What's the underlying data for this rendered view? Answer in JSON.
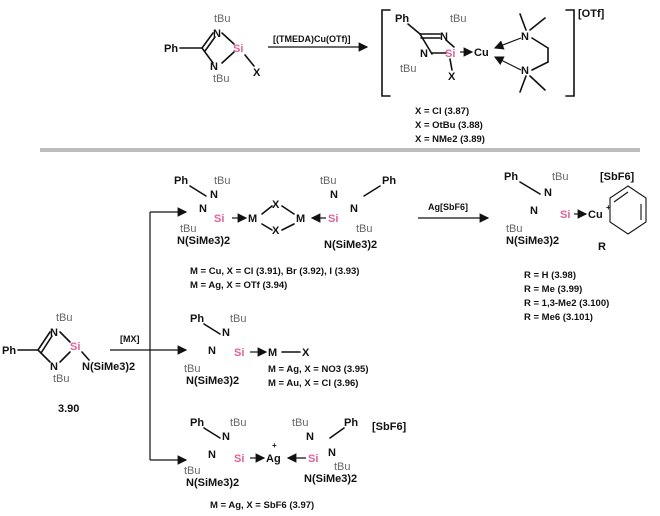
{
  "top": {
    "left": {
      "ph": "Ph",
      "n_top": "N",
      "n_bot": "N",
      "si": "Si",
      "tbu_top": "tBu",
      "tbu_bot": "tBu",
      "x": "X"
    },
    "reagent": "[(TMEDA)Cu(OTf)]",
    "product": {
      "ph": "Ph",
      "n": "N",
      "tbu": "tBu",
      "si": "Si",
      "cu": "Cu",
      "x": "X",
      "anion": "[OTf]"
    },
    "captions": [
      "X = Cl (3.87)",
      "X = OtBu (3.88)",
      "X = NMe2 (3.89)"
    ]
  },
  "bottom": {
    "start": {
      "ph": "Ph",
      "n": "N",
      "si": "Si",
      "tbu": "tBu",
      "amide": "N(SiMe3)2",
      "id": "3.90"
    },
    "reagent_mx": "[MX]",
    "dimer": {
      "m": "M",
      "x": "X",
      "captions": [
        "M = Cu, X = Cl (3.91), Br (3.92), I (3.93)",
        "M = Ag, X = OTf (3.94)"
      ]
    },
    "reagent_ag": "Ag[SbF6]",
    "arene": {
      "cu": "Cu",
      "r": "R",
      "anion": "[SbF6]",
      "captions": [
        "R = H (3.98)",
        "R = Me (3.99)",
        "R = 1,3-Me2 (3.100)",
        "R = Me6 (3.101)"
      ]
    },
    "mono": {
      "m": "M",
      "x": "X",
      "captions": [
        "M = Ag, X = NO3 (3.95)",
        "M = Au, X = Cl (3.96)"
      ]
    },
    "bis": {
      "ag": "Ag",
      "anion": "[SbF6]",
      "caption": "M = Ag, X = SbF6 (3.97)"
    }
  }
}
